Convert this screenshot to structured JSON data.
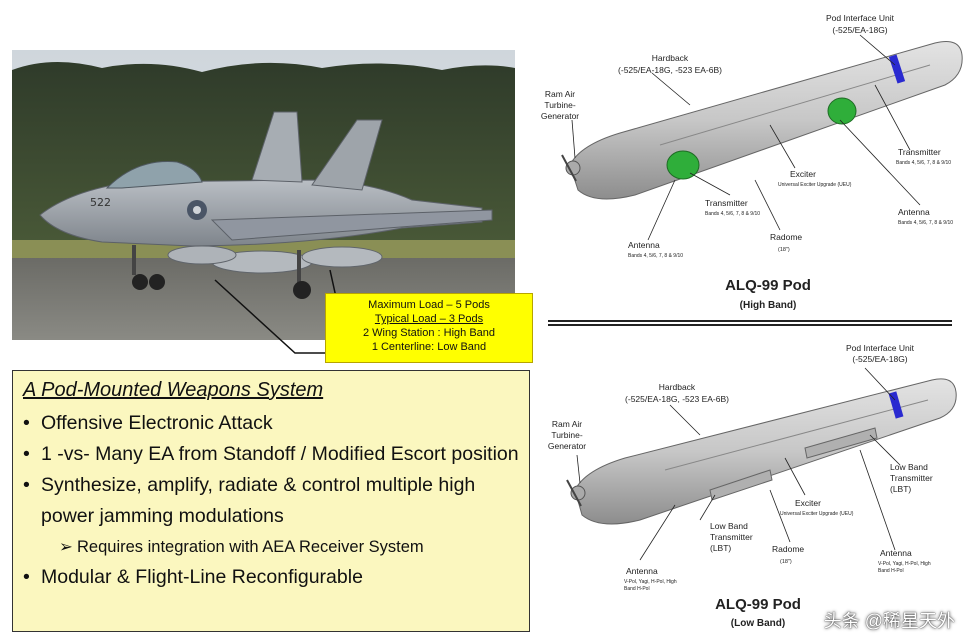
{
  "callout": {
    "line1": "Maximum Load – 5 Pods",
    "line2": "Typical Load – 3 Pods",
    "line3": "2 Wing Station : High Band",
    "line4": "1 Centerline: Low Band"
  },
  "jet": {
    "tail_number": "522"
  },
  "bullet_box": {
    "title": "A Pod-Mounted Weapons System",
    "items": [
      "Offensive Electronic Attack",
      "1 -vs- Many EA from Standoff / Modified Escort position",
      "Synthesize, amplify, radiate & control multiple high power jamming modulations",
      "Requires integration with AEA Receiver System",
      "Modular & Flight-Line Reconfigurable"
    ]
  },
  "pod_high": {
    "title": "ALQ-99 Pod",
    "subtitle": "(High Band)",
    "labels": {
      "piu": "Pod Interface Unit",
      "piu_sub": "(-525/EA-18G)",
      "hardback": "Hardback",
      "hardback_sub": "(-525/EA-18G, -523 EA-6B)",
      "ram1": "Ram Air",
      "ram2": "Turbine-",
      "ram3": "Generator",
      "transmitter_r": "Transmitter",
      "transmitter_r_sub": "Bands 4, 5/6, 7, 8 & 9/10",
      "exciter": "Exciter",
      "exciter_sub": "Universal Exciter Upgrade (UEU)",
      "transmitter_c": "Transmitter",
      "transmitter_c_sub": "Bands 4, 5/6, 7, 8 & 9/10",
      "antenna_r": "Antenna",
      "antenna_r_sub": "Bands 4, 5/6, 7, 8 & 9/10",
      "radome": "Radome",
      "radome_sub": "(18\")",
      "antenna_l": "Antenna",
      "antenna_l_sub": "Bands 4, 5/6, 7, 8 & 9/10"
    }
  },
  "pod_low": {
    "title": "ALQ-99 Pod",
    "subtitle": "(Low Band)",
    "labels": {
      "piu": "Pod Interface Unit",
      "piu_sub": "(-525/EA-18G)",
      "hardback": "Hardback",
      "hardback_sub": "(-525/EA-18G, -523 EA-6B)",
      "ram1": "Ram Air",
      "ram2": "Turbine-",
      "ram3": "Generator",
      "lbt_r1": "Low Band",
      "lbt_r2": "Transmitter",
      "lbt_r3": "(LBT)",
      "exciter": "Exciter",
      "exciter_sub": "Universal Exciter Upgrade (UEU)",
      "lbt_l1": "Low Band",
      "lbt_l2": "Transmitter",
      "lbt_l3": "(LBT)",
      "radome": "Radome",
      "radome_sub": "(18\")",
      "antenna_r": "Antenna",
      "antenna_r_sub1": "V-Pol, Yagi, H-Pol, High",
      "antenna_r_sub2": "Band H-Pol",
      "antenna_l": "Antenna",
      "antenna_l_sub1": "V-Pol, Yagi, H-Pol, High",
      "antenna_l_sub2": "Band H-Pol"
    }
  },
  "watermark": "头条 @稀星天外",
  "colors": {
    "callout_bg": "#ffff00",
    "bullet_bg": "#fbf7bf",
    "pod_blue": "#2a2ad0",
    "antenna_green": "#2fae3a"
  }
}
